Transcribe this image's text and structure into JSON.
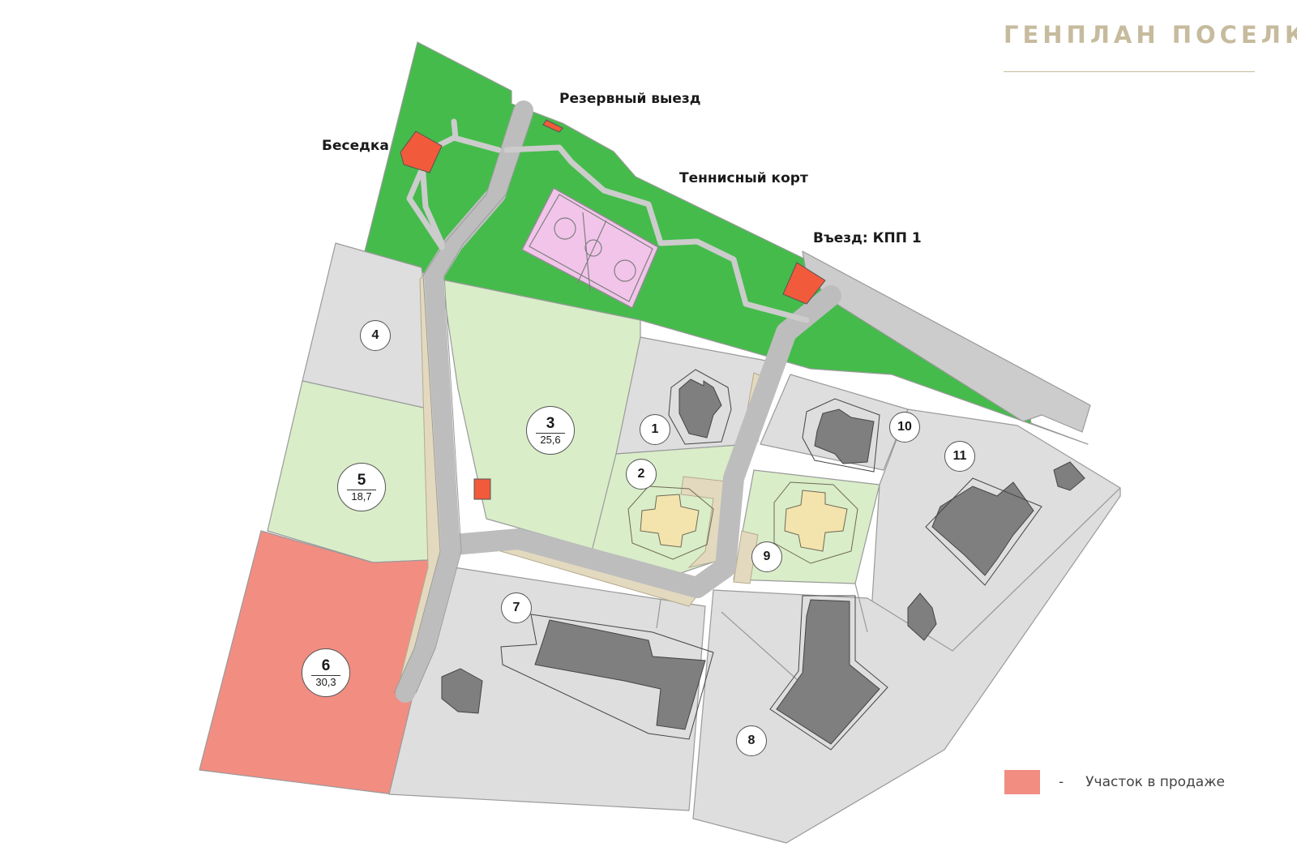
{
  "title": "ГЕНПЛАН ПОСЕЛКА",
  "labels": {
    "gazebo": "Беседка",
    "reserve_exit": "Резервный выезд",
    "tennis_court": "Теннисный корт",
    "entrance": "Въезд: КПП 1"
  },
  "plots": [
    {
      "number": "1",
      "area": ""
    },
    {
      "number": "2",
      "area": ""
    },
    {
      "number": "3",
      "area": "25,6"
    },
    {
      "number": "4",
      "area": ""
    },
    {
      "number": "5",
      "area": "18,7"
    },
    {
      "number": "6",
      "area": "30,3"
    },
    {
      "number": "7",
      "area": ""
    },
    {
      "number": "8",
      "area": ""
    },
    {
      "number": "9",
      "area": ""
    },
    {
      "number": "10",
      "area": ""
    },
    {
      "number": "11",
      "area": ""
    }
  ],
  "plot_status": {
    "for_sale": [
      "6"
    ],
    "free_land": [
      "3",
      "5"
    ]
  },
  "legend": {
    "dash": "-",
    "for_sale": "Участок в продаже"
  },
  "colors": {
    "for_sale": "#f28d82",
    "free_land": "#d9edc9",
    "built_plot": "#dedede",
    "park": "#45bb4b",
    "road": "#bdbdbd",
    "path": "#e3d9bf",
    "building": "#7f7f7f",
    "new_house": "#f3e3ad",
    "court": "#f2c4ea",
    "structure": "#f15a3a",
    "title": "#c7bb9e"
  },
  "icons": {
    "tennis_court": "court-icon",
    "gazebo": "gazebo-icon",
    "checkpoint": "checkpoint-icon"
  }
}
